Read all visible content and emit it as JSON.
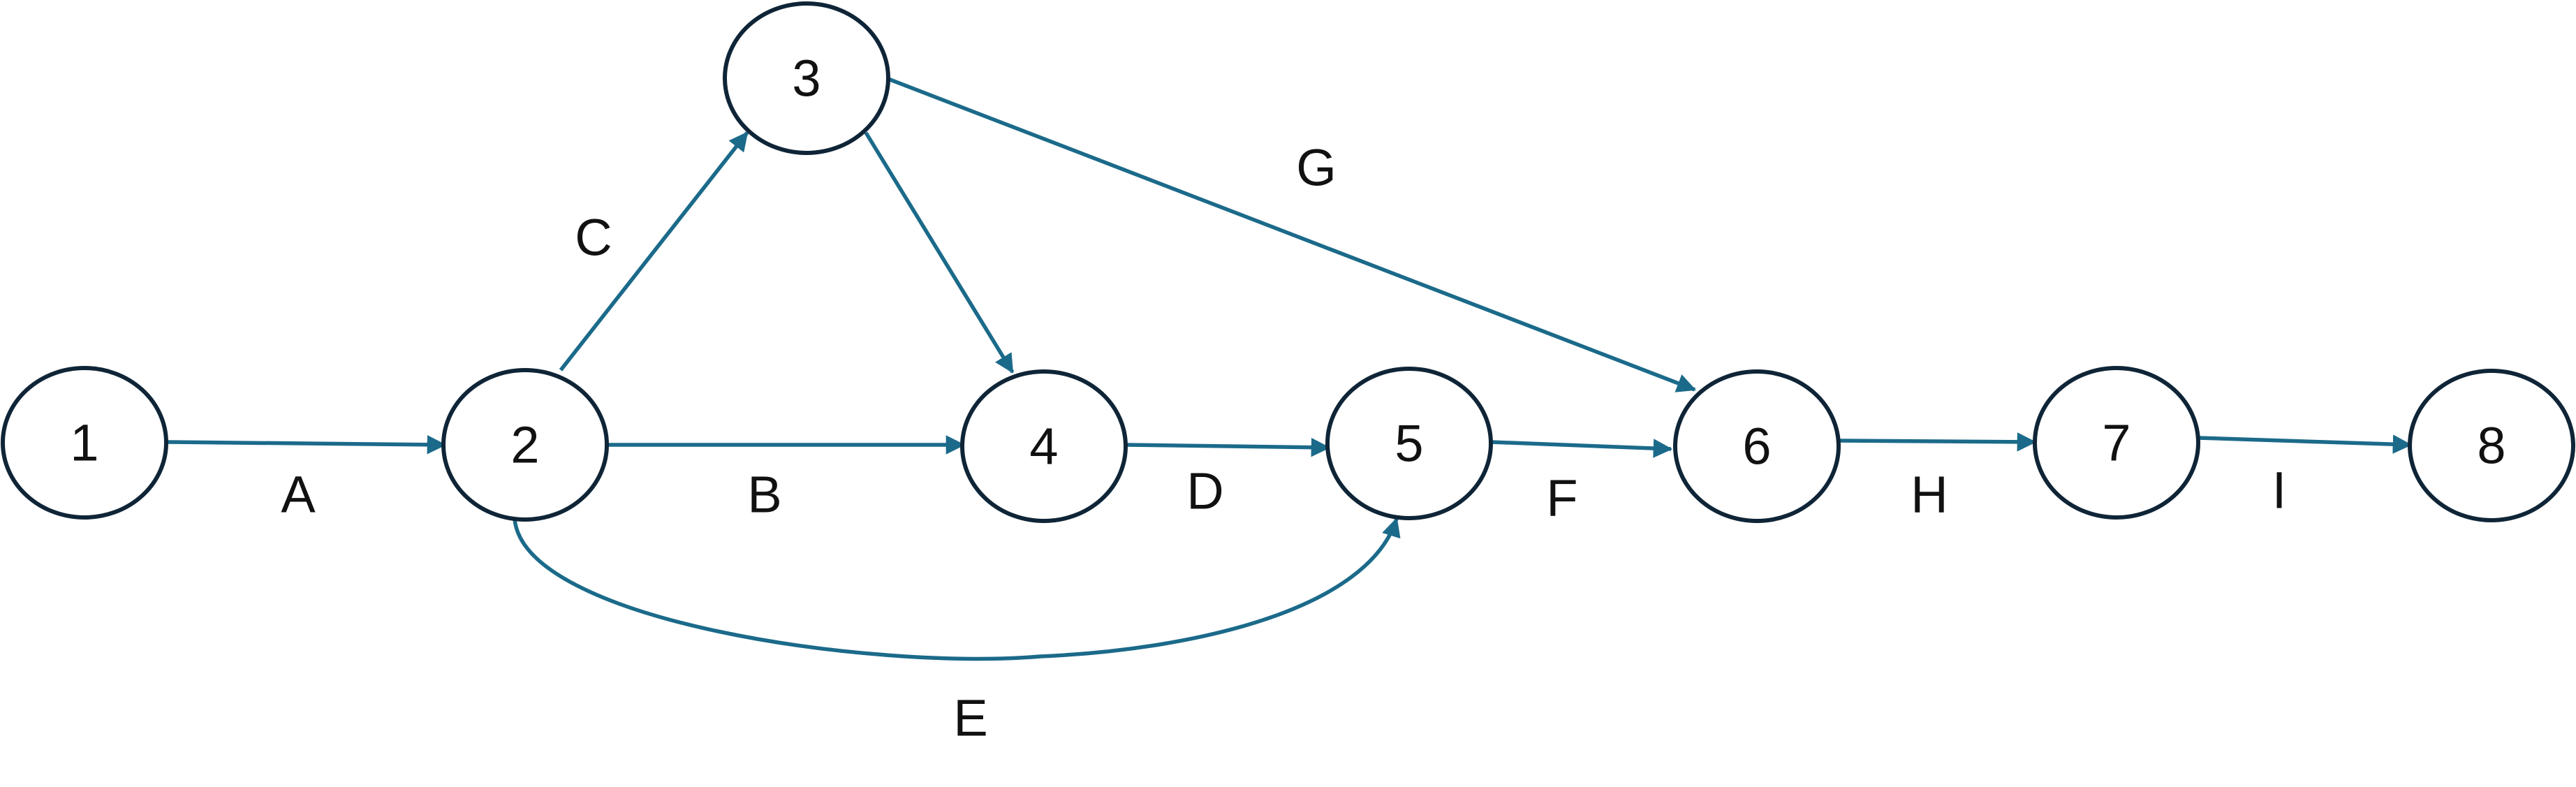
{
  "diagram": {
    "colors": {
      "edge": "#1b6a8a",
      "node_stroke": "#0f2537",
      "text": "#111111"
    },
    "nodes": [
      {
        "id": "n1",
        "label": "1"
      },
      {
        "id": "n2",
        "label": "2"
      },
      {
        "id": "n3",
        "label": "3"
      },
      {
        "id": "n4",
        "label": "4"
      },
      {
        "id": "n5",
        "label": "5"
      },
      {
        "id": "n6",
        "label": "6"
      },
      {
        "id": "n7",
        "label": "7"
      },
      {
        "id": "n8",
        "label": "8"
      }
    ],
    "edges": [
      {
        "id": "e-a",
        "from": "1",
        "to": "2",
        "label": "A"
      },
      {
        "id": "e-b",
        "from": "2",
        "to": "4",
        "label": "B"
      },
      {
        "id": "e-c",
        "from": "2",
        "to": "3",
        "label": "C"
      },
      {
        "id": "e-d",
        "from": "4",
        "to": "5",
        "label": "D"
      },
      {
        "id": "e-e",
        "from": "2",
        "to": "5",
        "label": "E"
      },
      {
        "id": "e-f",
        "from": "5",
        "to": "6",
        "label": "F"
      },
      {
        "id": "e-g",
        "from": "3",
        "to": "6",
        "label": "G"
      },
      {
        "id": "e-h",
        "from": "6",
        "to": "7",
        "label": "H"
      },
      {
        "id": "e-i",
        "from": "7",
        "to": "8",
        "label": "I"
      },
      {
        "id": "e-34",
        "from": "3",
        "to": "4",
        "label": ""
      }
    ]
  }
}
